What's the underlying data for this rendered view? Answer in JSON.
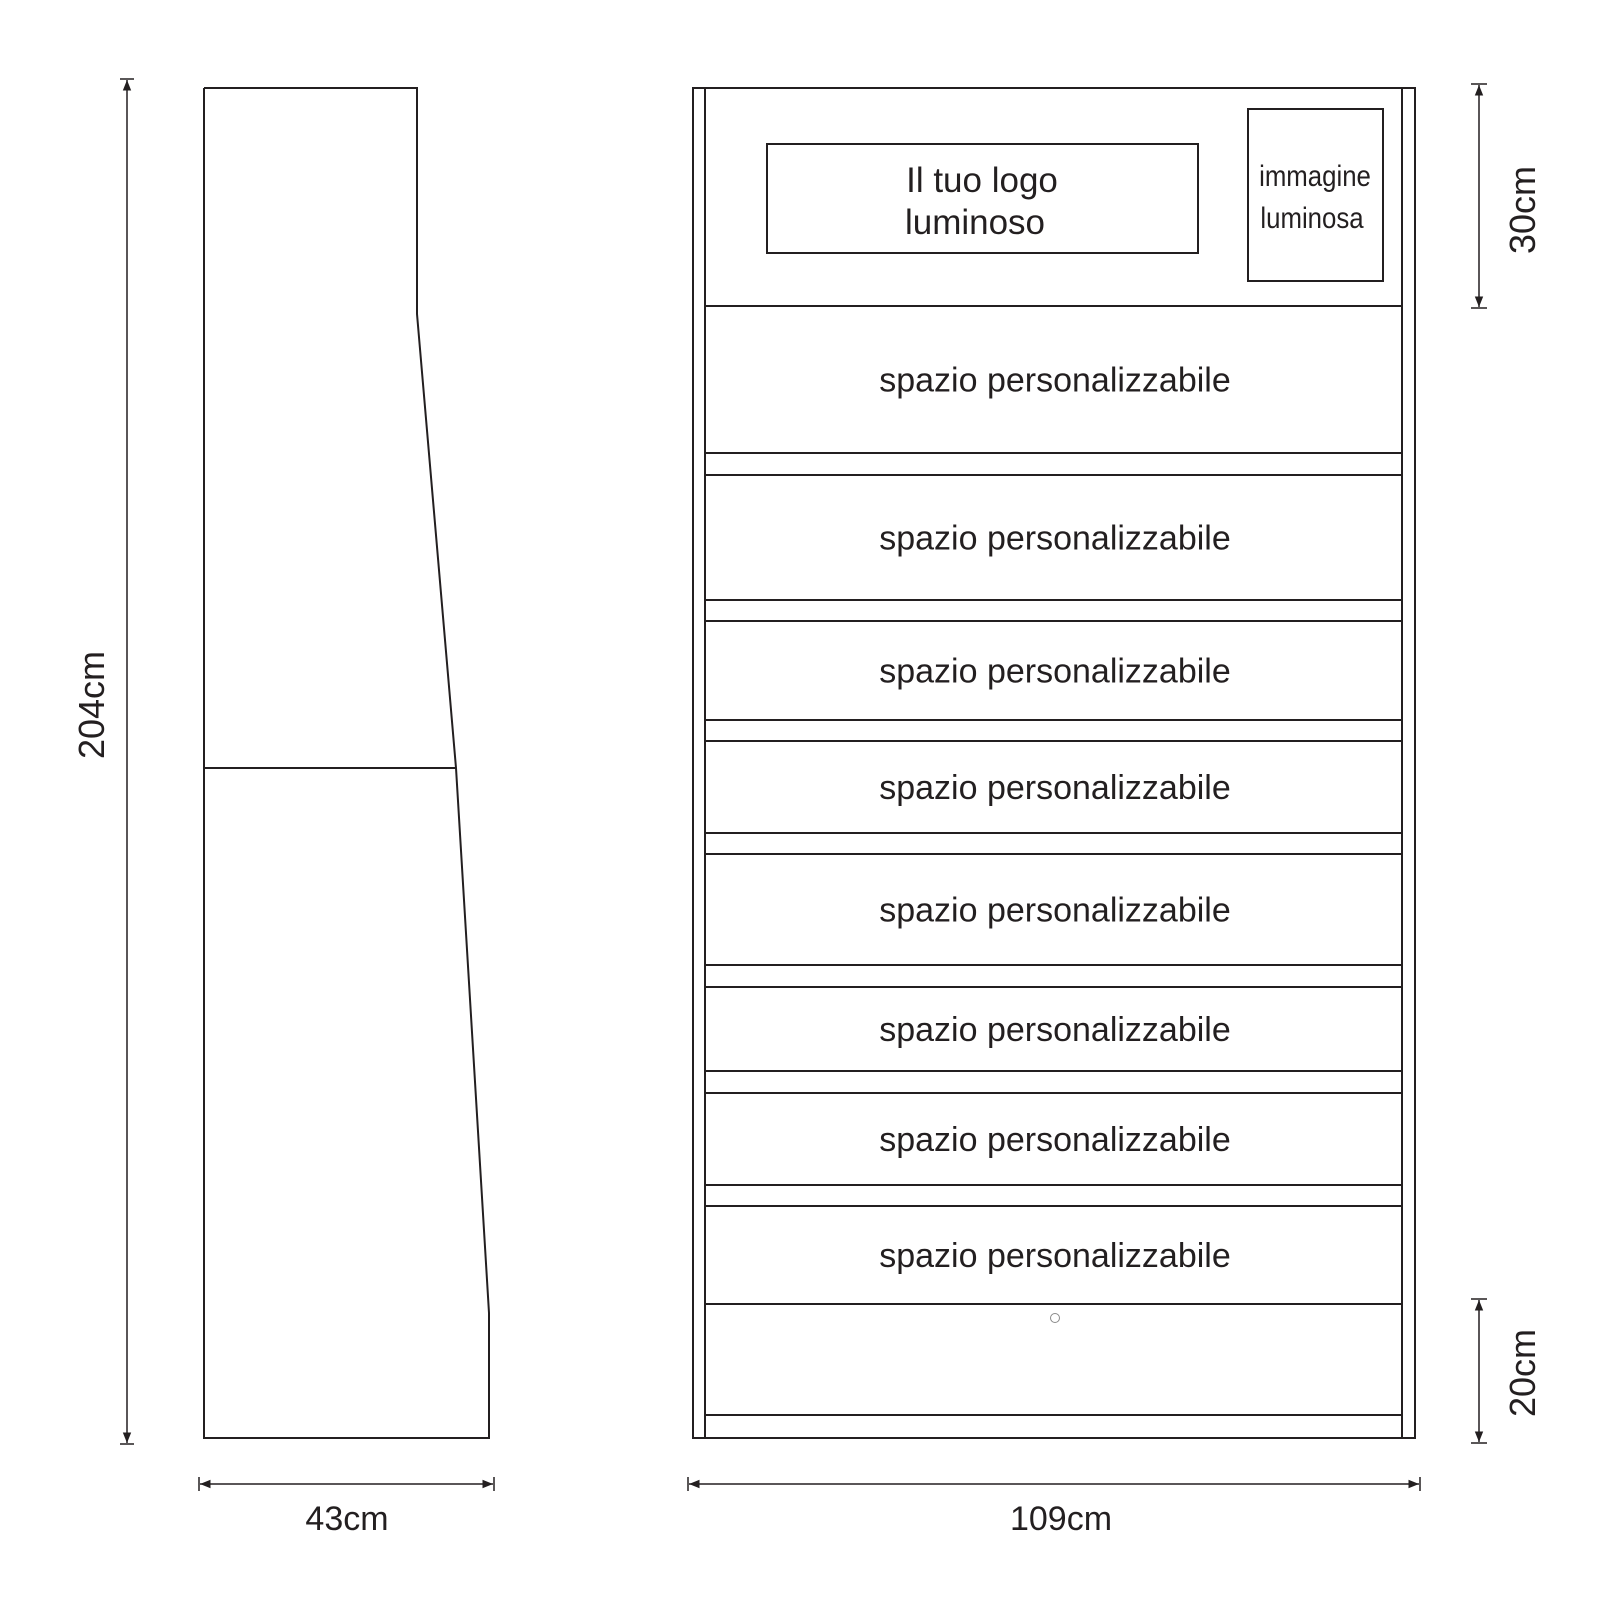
{
  "dimensions": {
    "height": "204cm",
    "side_depth": "43cm",
    "front_width": "109cm",
    "header_height": "30cm",
    "base_height": "20cm"
  },
  "header": {
    "logo_line1": "Il tuo logo",
    "logo_line2": "luminoso",
    "image_line1": "immagine",
    "image_line2": "luminosa"
  },
  "shelves": [
    "spazio personalizzabile",
    "spazio personalizzabile",
    "spazio personalizzabile",
    "spazio personalizzabile",
    "spazio personalizzabile",
    "spazio personalizzabile",
    "spazio personalizzabile",
    "spazio personalizzabile"
  ]
}
